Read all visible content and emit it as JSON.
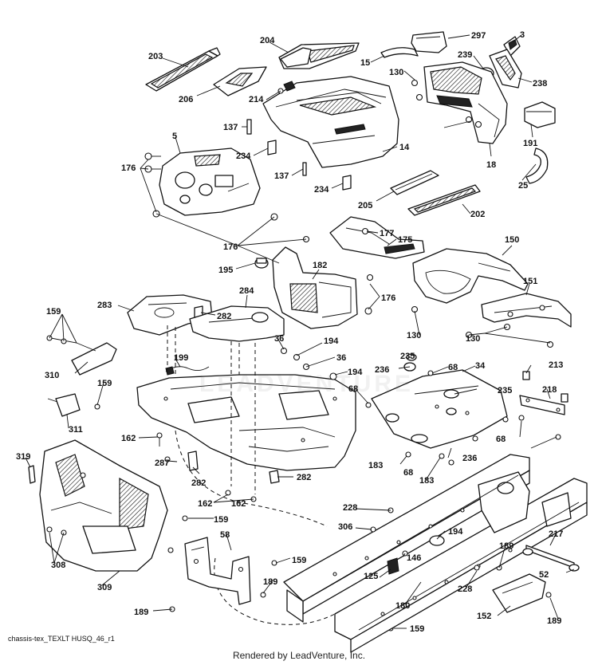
{
  "drawing_code": "chassis-tex_TEXLT HUSQ_46_r1",
  "footer": "Rendered by LeadVenture, Inc.",
  "watermark": "LEADVENTURE",
  "callouts": [
    "203",
    "204",
    "297",
    "3",
    "239",
    "238",
    "15",
    "206",
    "214",
    "130",
    "5",
    "137",
    "234",
    "14",
    "191",
    "18",
    "176",
    "137",
    "234",
    "205",
    "202",
    "25",
    "177",
    "175",
    "150",
    "176",
    "195",
    "182",
    "284",
    "151",
    "176",
    "283",
    "282",
    "159",
    "36",
    "199",
    "194",
    "36",
    "194",
    "130",
    "130",
    "235",
    "236",
    "68",
    "34",
    "213",
    "310",
    "159",
    "68",
    "235",
    "218",
    "311",
    "162",
    "68",
    "287",
    "282",
    "183",
    "236",
    "68",
    "183",
    "319",
    "282",
    "162",
    "162",
    "159",
    "228",
    "306",
    "194",
    "217",
    "189",
    "58",
    "159",
    "308",
    "146",
    "52",
    "189",
    "125",
    "228",
    "309",
    "189",
    "180",
    "152",
    "189",
    "159"
  ]
}
